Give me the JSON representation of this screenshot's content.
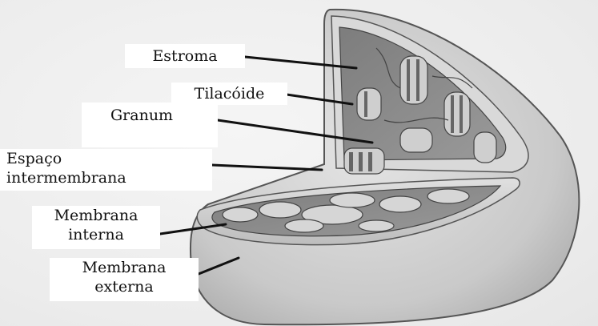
{
  "labels": {
    "estroma": "Estroma",
    "tilacoide": "Tilacóide",
    "granum": "Granum",
    "espaco": [
      "Espaço",
      "intermembrana"
    ],
    "membrana_interna": [
      "Membrana",
      "interna"
    ],
    "membrana_externa": [
      "Membrana",
      "externa"
    ]
  },
  "colors": {
    "outer_membrane": "#cfcfcf",
    "stroma": "#8a8a8a",
    "thylakoid": "#d0d0d0",
    "leader_line": "#111111"
  }
}
